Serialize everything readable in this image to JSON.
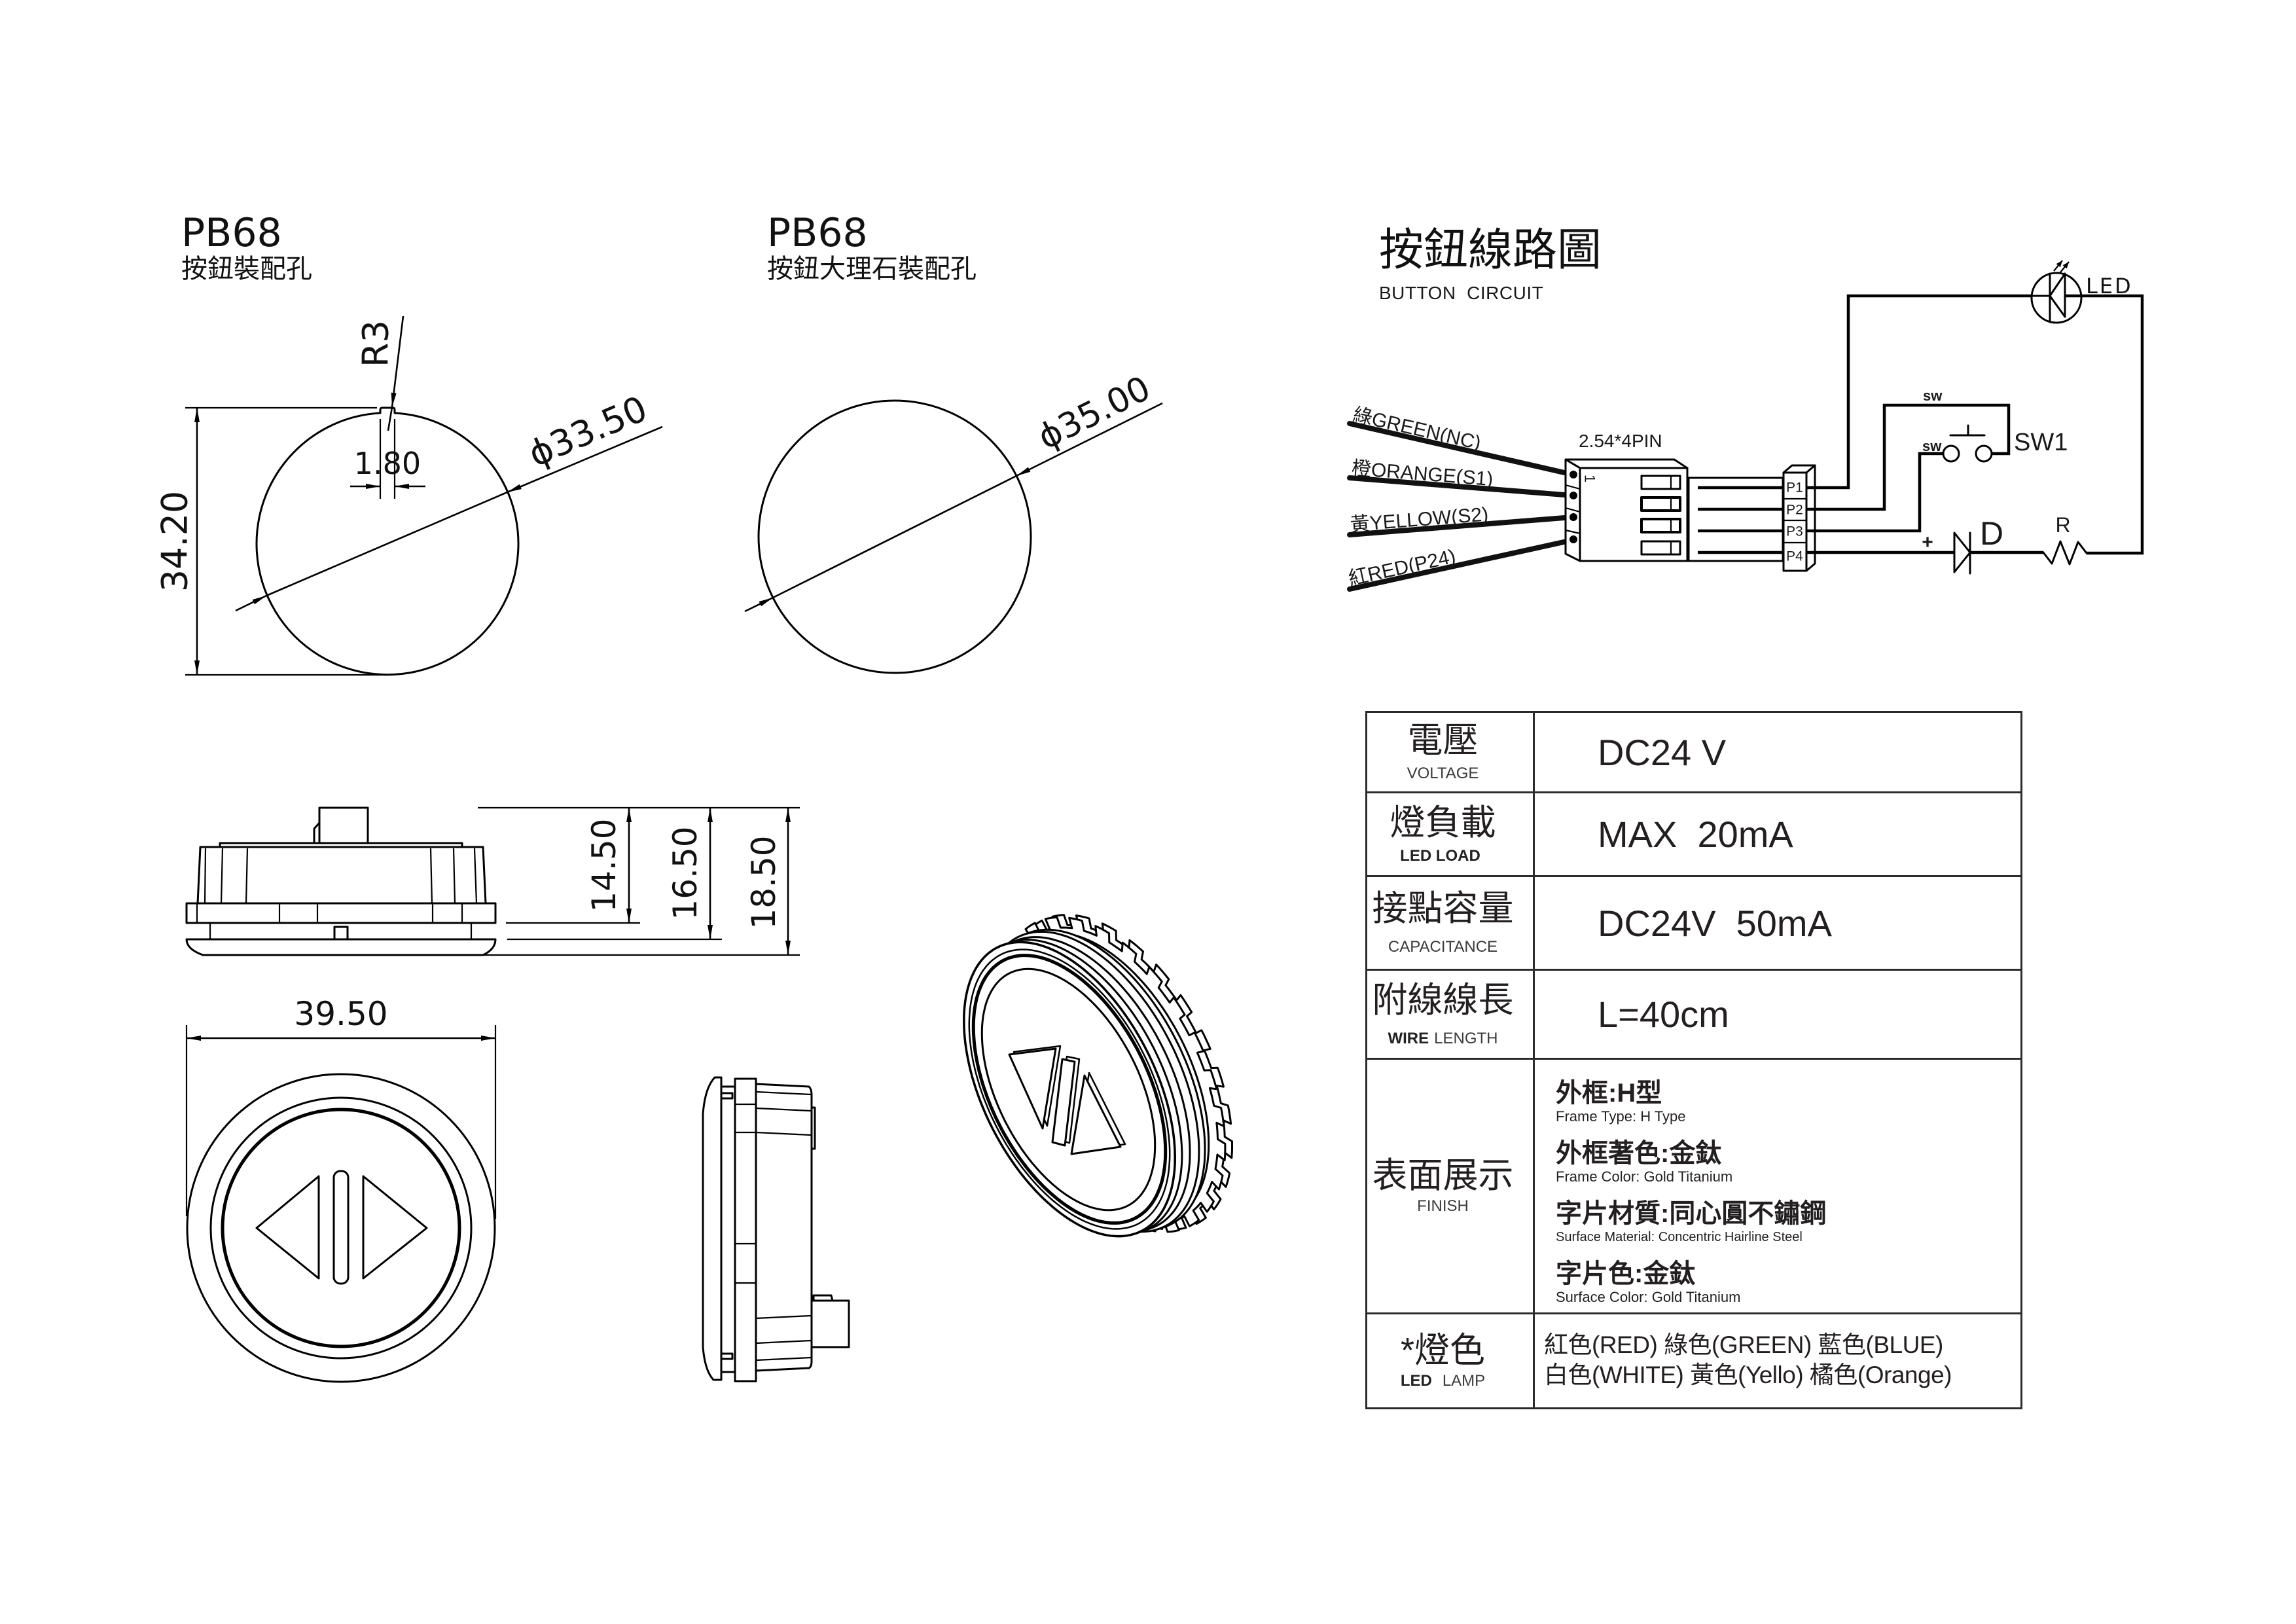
{
  "drawings": {
    "mounting_hole": {
      "model": "PB68",
      "title": "按鈕裝配孔",
      "radius_label": "R3",
      "height_label": "34.20",
      "notch_width_label": "1.80",
      "diameter_label": "ϕ33.50"
    },
    "marble_hole": {
      "model": "PB68",
      "title": "按鈕大理石裝配孔",
      "diameter_label": "ϕ35.00"
    },
    "side_view": {
      "height_labels": [
        "14.50",
        "16.50",
        "18.50"
      ]
    },
    "front_view": {
      "width_label": "39.50"
    }
  },
  "circuit": {
    "title": "按鈕線路圖",
    "subtitle": "BUTTON  CIRCUIT",
    "connector_label": "2.54*4PIN",
    "pin_one_mark": "1",
    "wires": [
      {
        "label": "綠GREEN(NC)"
      },
      {
        "label": "橙ORANGE(S1)"
      },
      {
        "label": "黃YELLOW(S2)"
      },
      {
        "label": "紅RED(P24)"
      }
    ],
    "header_pins": [
      "P1",
      "P2",
      "P3",
      "P4"
    ],
    "led_label": "LED",
    "switch_label": "SW1",
    "switch_terminal_labels": [
      "sw",
      "sw"
    ],
    "diode_label": "D",
    "diode_polarity": "+",
    "resistor_label": "R"
  },
  "specs": {
    "rows": [
      {
        "label_zh": "電壓",
        "label_en_light": "VOLTAGE",
        "value": "DC24 V"
      },
      {
        "label_zh": "燈負載",
        "label_en_strong": "LED LOAD",
        "value": "MAX  20mA"
      },
      {
        "label_zh": "接點容量",
        "label_en_light": "CAPACITANCE",
        "value": "DC24V  50mA"
      },
      {
        "label_zh": "附線線長",
        "label_en_strong": "WIRE",
        "label_en_light": "LENGTH",
        "value": "L=40cm"
      }
    ],
    "finish": {
      "label_zh": "表面展示",
      "label_en_light": "FINISH",
      "items": [
        {
          "zh": "外框:H型",
          "en": "Frame Type: H Type"
        },
        {
          "zh": "外框著色:金鈦",
          "en": "Frame Color: Gold Titanium"
        },
        {
          "zh": "字片材質:同心圓不鏽鋼",
          "en": "Surface Material: Concentric Hairline Steel"
        },
        {
          "zh": "字片色:金鈦",
          "en": "Surface Color: Gold Titanium"
        }
      ]
    },
    "led_lamp": {
      "label_zh": "*燈色",
      "label_en_strong": "LED",
      "label_en_light": "LAMP",
      "option_lines": [
        "紅色(RED) 綠色(GREEN) 藍色(BLUE)",
        "白色(WHITE) 黃色(Yello) 橘色(Orange)"
      ]
    }
  }
}
